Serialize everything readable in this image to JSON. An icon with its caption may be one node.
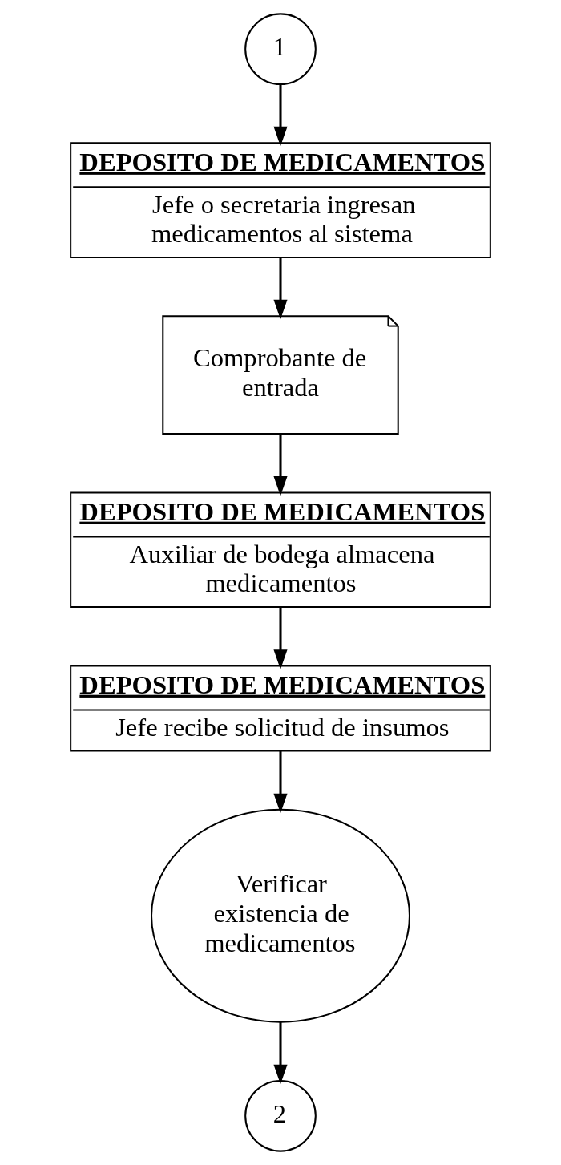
{
  "diagram": {
    "nodes": [
      {
        "text": [
          "1"
        ]
      },
      {
        "text": [
          "DEPOSITO DE MEDICAMENTOS",
          "Jefe o secretaria ingresan medicamentos al sistema"
        ]
      },
      {
        "text": [
          "Comprobante de entrada"
        ]
      },
      {
        "text": [
          "DEPOSITO DE MEDICAMENTOS",
          "Auxiliar de bodega almacena medicamentos"
        ]
      },
      {
        "text": [
          "DEPOSITO DE MEDICAMENTOS",
          "Jefe recibe solicitud de insumos"
        ]
      },
      {
        "text": [
          "Verificar existencia de medicamentos"
        ]
      },
      {
        "text": [
          "2"
        ]
      }
    ],
    "edges": [
      {
        "from": 0,
        "to": 1,
        "arrow": "to"
      },
      {
        "from": 1,
        "to": 2,
        "arrow": "to"
      },
      {
        "from": 2,
        "to": 3,
        "arrow": "to"
      },
      {
        "from": 3,
        "to": 4,
        "arrow": "to"
      },
      {
        "from": 4,
        "to": 5,
        "arrow": "to"
      },
      {
        "from": 5,
        "to": 6,
        "arrow": "to"
      }
    ]
  }
}
